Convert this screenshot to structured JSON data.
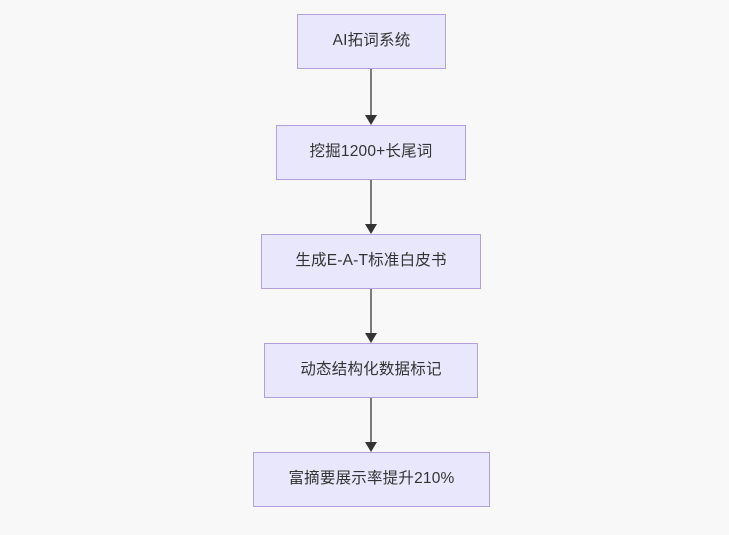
{
  "diagram": {
    "type": "flowchart",
    "direction": "top-to-bottom",
    "background_color": "#f8f8f9",
    "node_fill_color": "#e9e7fb",
    "node_border_color": "#b49edb",
    "node_text_color": "#333333",
    "edge_line_color": "#7a7a7a",
    "edge_arrow_color": "#333333",
    "nodes": [
      {
        "id": "n0",
        "label": "AI拓词系统"
      },
      {
        "id": "n1",
        "label": "挖掘1200+长尾词"
      },
      {
        "id": "n2",
        "label": "生成E-A-T标准白皮书"
      },
      {
        "id": "n3",
        "label": "动态结构化数据标记"
      },
      {
        "id": "n4",
        "label": "富摘要展示率提升210%"
      }
    ],
    "edges": [
      {
        "id": "e0",
        "from": "n0",
        "to": "n1",
        "label": ""
      },
      {
        "id": "e1",
        "from": "n1",
        "to": "n2",
        "label": ""
      },
      {
        "id": "e2",
        "from": "n2",
        "to": "n3",
        "label": ""
      },
      {
        "id": "e3",
        "from": "n3",
        "to": "n4",
        "label": ""
      }
    ]
  }
}
